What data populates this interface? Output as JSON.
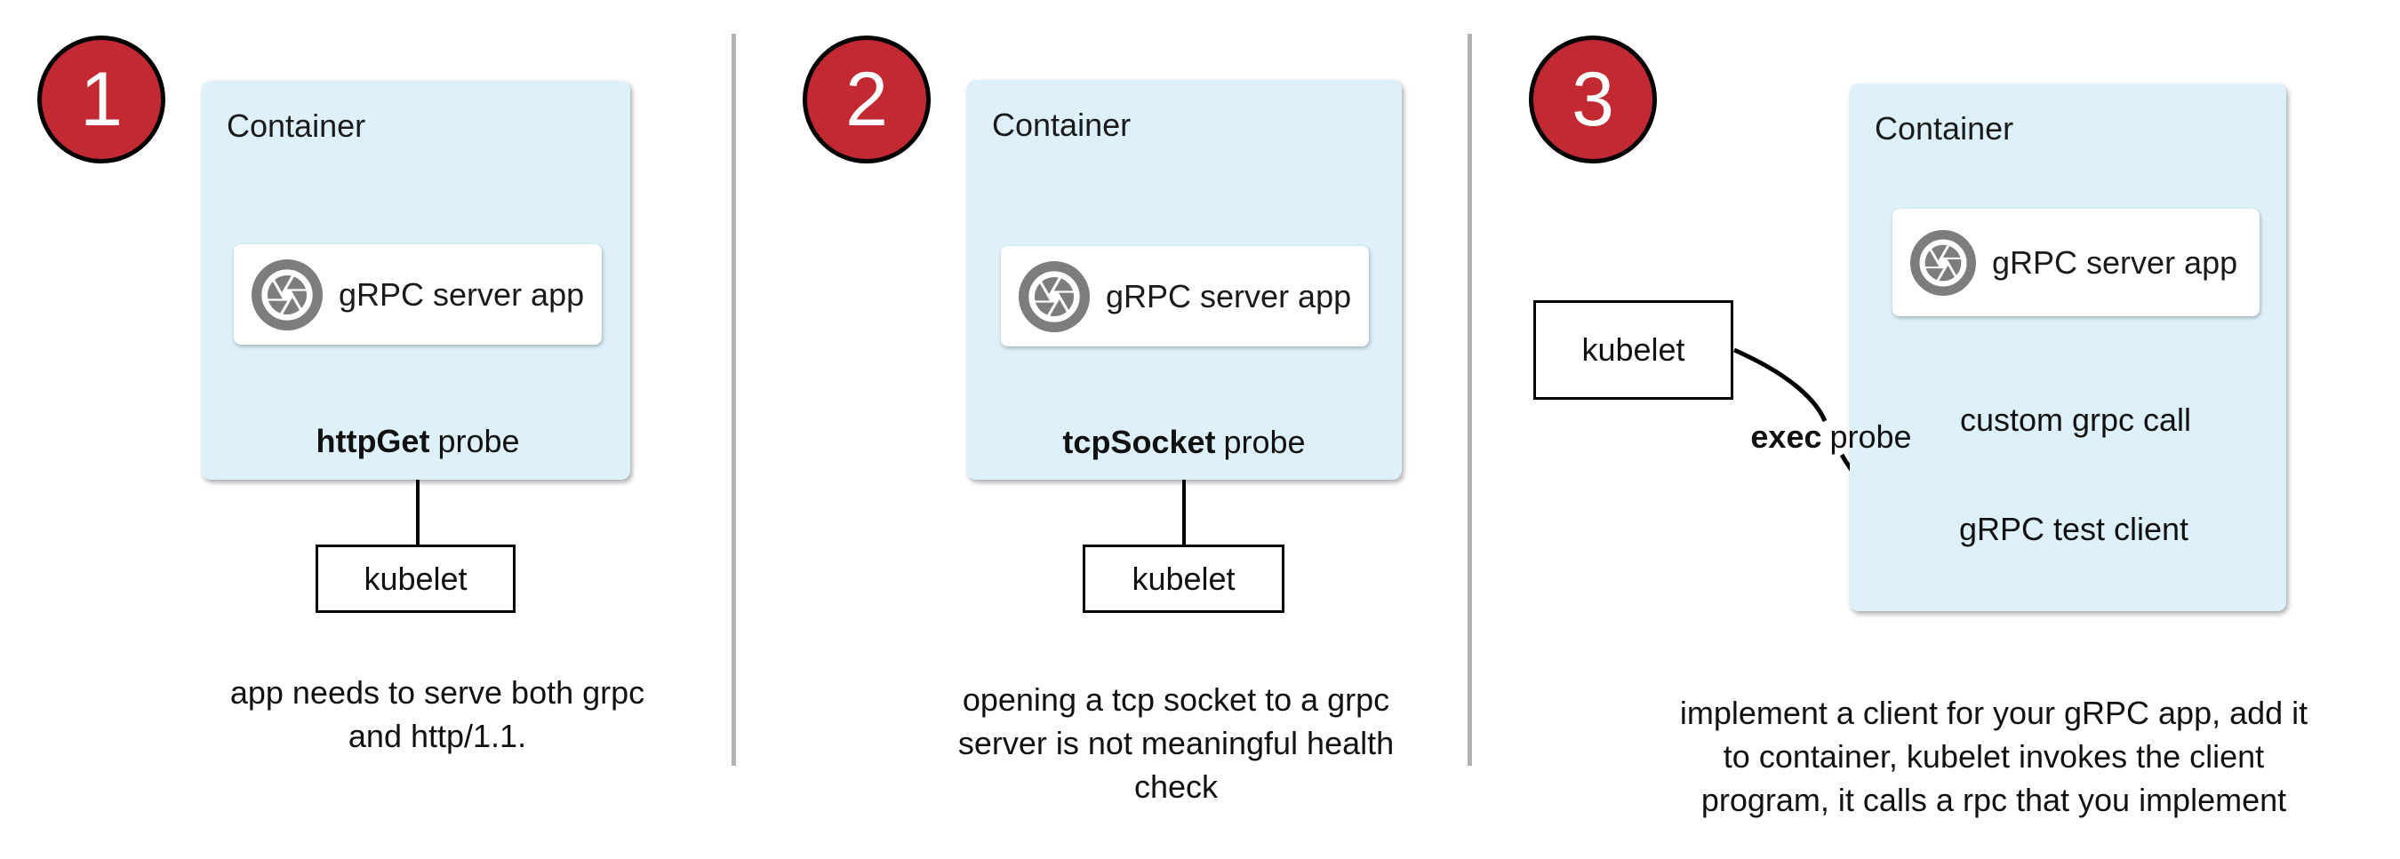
{
  "colors": {
    "container_fill": "#def1fb",
    "badge_fill": "#c22932",
    "divider_gray": "#b2b2b2",
    "icon_gray": "#7d7d7d",
    "line_black": "#000000"
  },
  "panels": [
    {
      "badge": "1",
      "container_label": "Container",
      "app_icon": "aperture-icon",
      "app_label": "gRPC server app",
      "probe_label_bold": "httpGet",
      "probe_label_rest": "probe",
      "kubelet_label": "kubelet",
      "caption_lines": [
        "app needs to serve both grpc",
        "and http/1.1."
      ]
    },
    {
      "badge": "2",
      "container_label": "Container",
      "app_icon": "aperture-icon",
      "app_label": "gRPC server app",
      "probe_label_bold": "tcpSocket",
      "probe_label_rest": "probe",
      "kubelet_label": "kubelet",
      "caption_lines": [
        "opening a tcp socket to a grpc",
        "server is not meaningful health",
        "check"
      ]
    },
    {
      "badge": "3",
      "container_label": "Container",
      "app_icon": "aperture-icon",
      "app_label": "gRPC server app",
      "probe_label_bold": "exec",
      "probe_label_rest": "probe",
      "kubelet_label": "kubelet",
      "call_label": "custom grpc call",
      "client_label": "gRPC test client",
      "caption_lines": [
        "implement a client for your gRPC app, add it",
        "to container, kubelet invokes the client",
        "program, it calls a rpc that you implement"
      ]
    }
  ]
}
